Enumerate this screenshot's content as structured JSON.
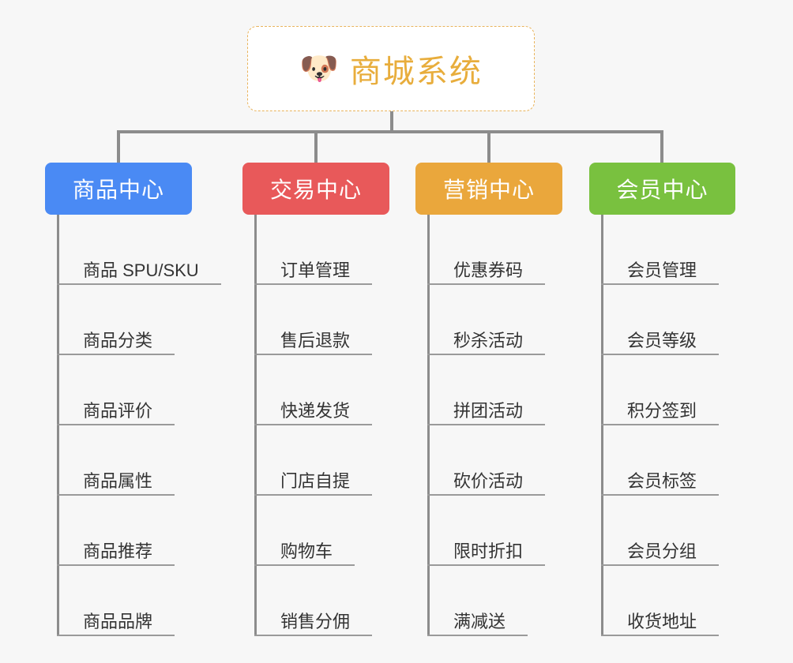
{
  "canvas": {
    "background": "#f7f7f7",
    "line_color": "#8c8c8c",
    "rule_color": "#9a9a9a",
    "leaf_text_color": "#333333"
  },
  "root": {
    "icon": "shiba-dog-face-emoji",
    "emoji": "🐶",
    "title": "商城系统",
    "title_color": "#e8ad3c",
    "border_color": "#e9b45c",
    "background": "#ffffff"
  },
  "branches": [
    {
      "label": "商品中心",
      "color": "#4a8af4",
      "items": [
        "商品 SPU/SKU",
        "商品分类",
        "商品评价",
        "商品属性",
        "商品推荐",
        "商品品牌"
      ]
    },
    {
      "label": "交易中心",
      "color": "#e8595a",
      "items": [
        "订单管理",
        "售后退款",
        "快递发货",
        "门店自提",
        "购物车",
        "销售分佣"
      ]
    },
    {
      "label": "营销中心",
      "color": "#eaa73c",
      "items": [
        "优惠券码",
        "秒杀活动",
        "拼团活动",
        "砍价活动",
        "限时折扣",
        "满减送"
      ]
    },
    {
      "label": "会员中心",
      "color": "#79c13f",
      "items": [
        "会员管理",
        "会员等级",
        "积分签到",
        "会员标签",
        "会员分组",
        "收货地址"
      ]
    }
  ]
}
